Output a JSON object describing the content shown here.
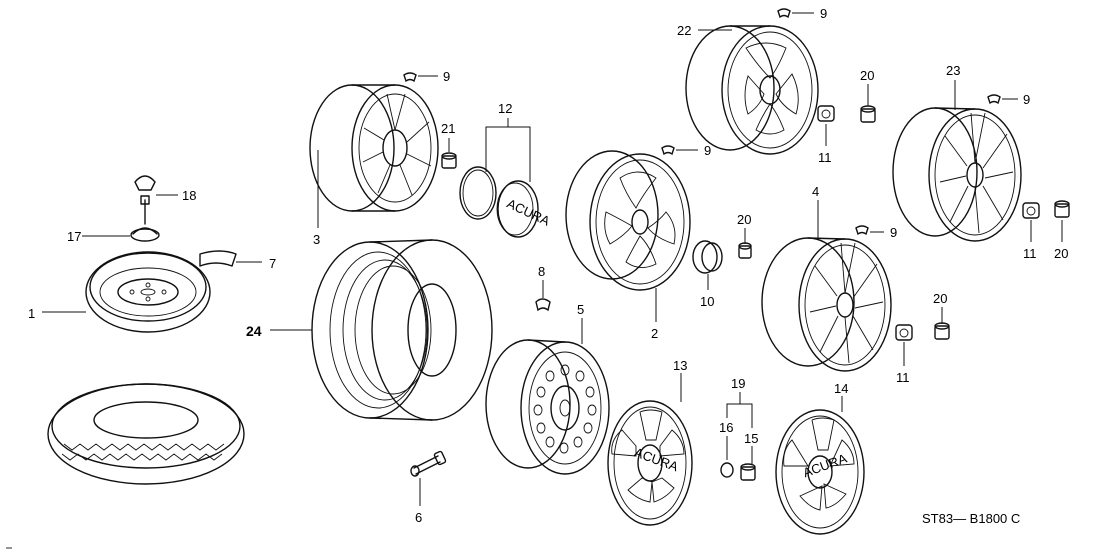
{
  "drawing_code": "ST83— B1800 C",
  "labels": {
    "p1": "1",
    "p2": "2",
    "p3": "3",
    "p4": "4",
    "p5": "5",
    "p6": "6",
    "p7": "7",
    "p8": "8",
    "p9a": "9",
    "p9b": "9",
    "p9c": "9",
    "p9d": "9",
    "p9e": "9",
    "p10": "10",
    "p11a": "11",
    "p11b": "11",
    "p11c": "11",
    "p12": "12",
    "p13": "13",
    "p14": "14",
    "p15": "15",
    "p16": "16",
    "p17": "17",
    "p18": "18",
    "p19": "19",
    "p20a": "20",
    "p20b": "20",
    "p20c": "20",
    "p20d": "20",
    "p21": "21",
    "p22": "22",
    "p23": "23",
    "p24": "24"
  }
}
